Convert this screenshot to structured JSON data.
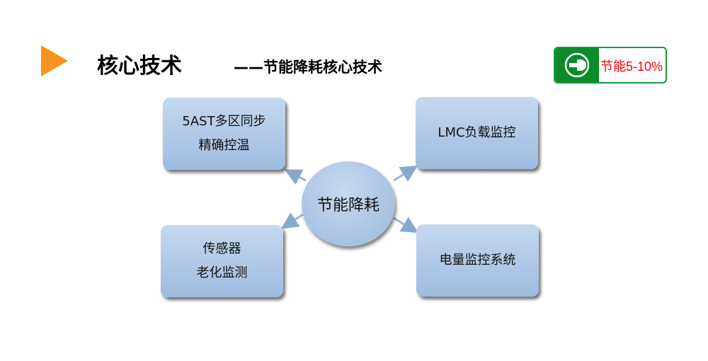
{
  "header": {
    "title": "核心技术",
    "subtitle": "——节能降耗核心技术"
  },
  "badge": {
    "icon": "plug-icon",
    "text": "节能5-10%",
    "color": "#0b8c2a",
    "text_color": "#ff0000"
  },
  "diagram": {
    "center": "节能降耗",
    "nodes": [
      {
        "lines": [
          "5AST多区同步",
          "精确控温"
        ]
      },
      {
        "lines": [
          "LMC负载监控"
        ]
      },
      {
        "lines": [
          "传感器",
          "老化监测"
        ]
      },
      {
        "lines": [
          "电量监控系统"
        ]
      }
    ]
  }
}
